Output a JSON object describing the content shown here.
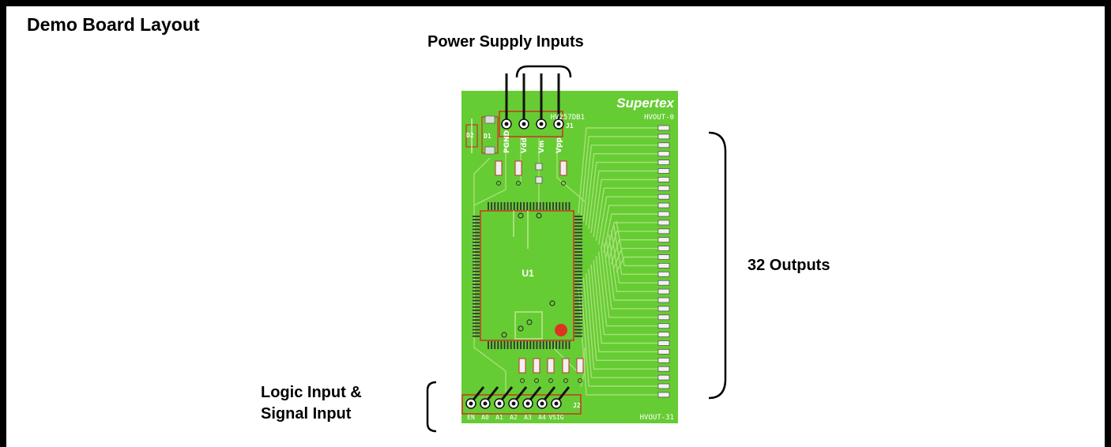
{
  "diagram": {
    "title": "Demo Board Layout",
    "annotations": {
      "power_supply": "Power Supply Inputs",
      "outputs": "32 Outputs",
      "logic_line1": "Logic Input &",
      "logic_line2": "Signal Input"
    },
    "board": {
      "brand": "Supertex",
      "model": "HV257DB1",
      "output_first": "HVOUT-0",
      "output_last": "HVOUT-31",
      "chip": "U1",
      "connector_j1": "J1",
      "connector_j2": "J2",
      "diode_d1": "D1",
      "diode_d2": "D2",
      "power_pins": [
        "PGND",
        "Vdd",
        "Vm",
        "Vpp"
      ],
      "logic_pins": [
        "EN",
        "A0",
        "A1",
        "A2",
        "A3",
        "A4",
        "VSIG"
      ],
      "output_pad_count": 32
    },
    "colors": {
      "board": "#66cc33",
      "trace": "#a8e07a",
      "outline": "#cc3322",
      "marker": "#dd3322",
      "pins": "#333333"
    }
  }
}
